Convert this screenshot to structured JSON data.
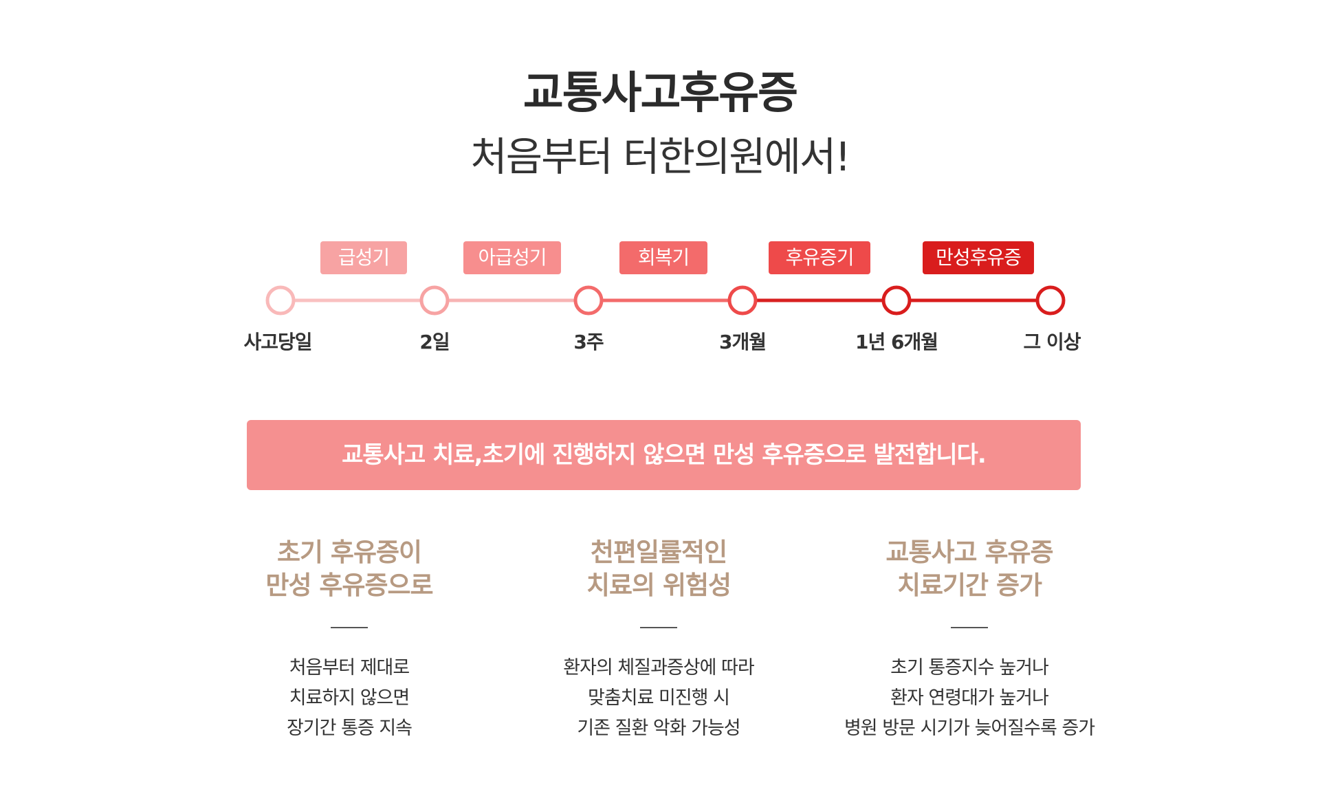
{
  "header": {
    "title": "교통사고후유증",
    "subtitle": "처음부터 터한의원에서!"
  },
  "timeline": {
    "stages": [
      {
        "label": "급성기",
        "color": "#f7a3a3"
      },
      {
        "label": "아급성기",
        "color": "#f78e8e"
      },
      {
        "label": "회복기",
        "color": "#f36b6b"
      },
      {
        "label": "후유증기",
        "color": "#ee4a4a"
      },
      {
        "label": "만성후유증",
        "color": "#d91d1d"
      }
    ],
    "points": [
      {
        "label": "사고당일",
        "color": "#f9b9b9"
      },
      {
        "label": "2일",
        "color": "#f7a3a3"
      },
      {
        "label": "3주",
        "color": "#f36b6b"
      },
      {
        "label": "3개월",
        "color": "#ee4a4a"
      },
      {
        "label": "1년 6개월",
        "color": "#d91d1d"
      },
      {
        "label": "그 이상",
        "color": "#d91d1d"
      }
    ],
    "segment_colors": [
      "#f9c0c0",
      "#f7b4b4",
      "#f36b6b",
      "#d82121",
      "#d91d1d"
    ]
  },
  "banner": {
    "text": "교통사고 치료,초기에 진행하지 않으면 만성 후유증으로 발전합니다.",
    "color": "#f59090"
  },
  "columns": [
    {
      "title_line1": "초기 후유증이",
      "title_line2": "만성 후유증으로",
      "text_lines": [
        "처음부터 제대로",
        "치료하지 않으면",
        "장기간 통증 지속"
      ]
    },
    {
      "title_line1": "천편일률적인",
      "title_line2": "치료의 위험성",
      "text_lines": [
        "환자의 체질과증상에 따라",
        "맞춤치료 미진행 시",
        "기존 질환 악화 가능성"
      ]
    },
    {
      "title_line1": "교통사고 후유증",
      "title_line2": "치료기간 증가",
      "text_lines": [
        "초기 통증지수 높거나",
        "환자 연령대가 높거나",
        "병원 방문 시기가 늦어질수록 증가"
      ]
    }
  ]
}
